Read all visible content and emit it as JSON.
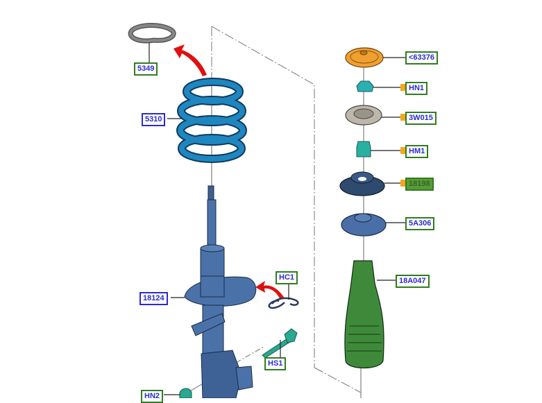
{
  "diagram": {
    "title": "Front strut and spring assembly exploded view",
    "colors": {
      "callout_text": "#2a2ad0",
      "callout_border_green": "#2e7d1e",
      "callout_border_blue": "#2a2ad0",
      "highlight_fill": "#5a9a3a",
      "marker": "#f2a81d",
      "arrow": "#e01010",
      "spring": "#1f7fb8",
      "strut": "#4a72a8",
      "boot": "#3f8a3a",
      "fastener": "#2aa8a0",
      "top_cap": "#f0a030"
    },
    "callouts": [
      {
        "id": "5349",
        "label": "5349",
        "part": "spring insulator ring",
        "border": "green"
      },
      {
        "id": "5310",
        "label": "5310",
        "part": "coil spring",
        "border": "blue"
      },
      {
        "id": "18124",
        "label": "18124",
        "part": "shock absorber strut",
        "border": "blue"
      },
      {
        "id": "HC1",
        "label": "HC1",
        "part": "hose clip",
        "border": "green"
      },
      {
        "id": "HS1",
        "label": "HS1",
        "part": "bolt",
        "border": "green"
      },
      {
        "id": "HN2",
        "label": "HN2",
        "part": "nut",
        "border": "green"
      },
      {
        "id": "63376",
        "label": "<63376",
        "part": "top cap",
        "border": "green"
      },
      {
        "id": "HN1",
        "label": "HN1",
        "part": "nut",
        "border": "green",
        "marker": true
      },
      {
        "id": "3W015",
        "label": "3W015",
        "part": "washer / bearing",
        "border": "green",
        "marker": true
      },
      {
        "id": "HM1",
        "label": "HM1",
        "part": "nut",
        "border": "green",
        "marker": true
      },
      {
        "id": "18198",
        "label": "18198",
        "part": "upper strut mount",
        "border": "green",
        "marker": true,
        "highlighted": true
      },
      {
        "id": "5A306",
        "label": "5A306",
        "part": "spring seat",
        "border": "green"
      },
      {
        "id": "18A047",
        "label": "18A047",
        "part": "dust boot / bump stop",
        "border": "green"
      }
    ]
  }
}
